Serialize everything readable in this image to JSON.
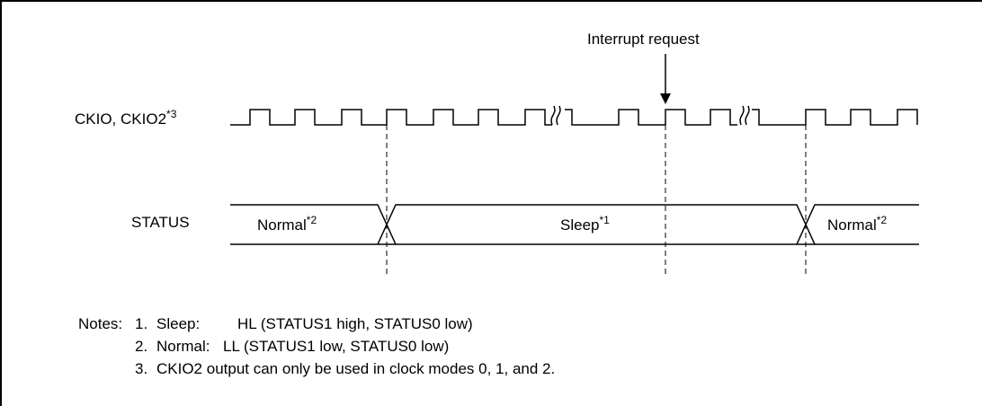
{
  "interrupt_label": "Interrupt request",
  "signals": {
    "ckio": {
      "name": "CKIO, CKIO2",
      "mark": "*3"
    },
    "status": {
      "name": "STATUS"
    }
  },
  "states": [
    {
      "label": "Normal",
      "mark": "*2"
    },
    {
      "label": "Sleep",
      "mark": "*1"
    },
    {
      "label": "Normal",
      "mark": "*2"
    }
  ],
  "notes": {
    "heading": "Notes:",
    "items": [
      {
        "num": "1.",
        "term": "Sleep:",
        "text": "HL (STATUS1 high, STATUS0 low)"
      },
      {
        "num": "2.",
        "term": "Normal:",
        "text": "LL (STATUS1 low, STATUS0 low)"
      },
      {
        "num": "3.",
        "term": "",
        "text": "CKIO2 output can only be used in clock modes 0, 1, and 2."
      }
    ]
  }
}
